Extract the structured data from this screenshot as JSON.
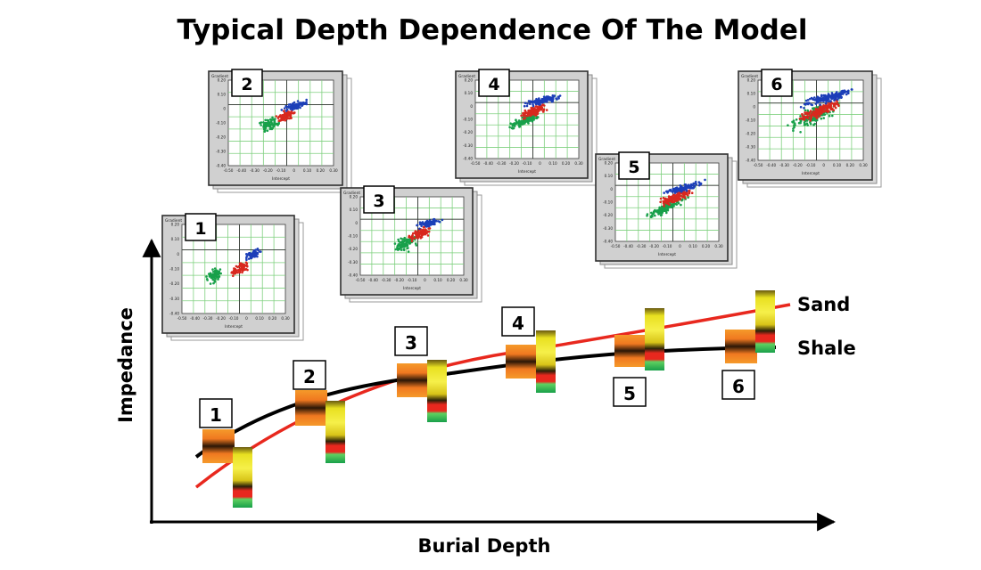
{
  "title": "Typical Depth Dependence Of The Model",
  "axes": {
    "x_label": "Burial Depth",
    "y_label": "Impedance"
  },
  "curves": [
    {
      "name": "Sand",
      "color": "#e8281e"
    },
    {
      "name": "Shale",
      "color": "#000000"
    }
  ],
  "depth_stations": [
    "1",
    "2",
    "3",
    "4",
    "5",
    "6"
  ],
  "crossplot": {
    "y_axis_label": "Gradient",
    "x_axis_label": "Intercept",
    "x_ticks": [
      "-0.50",
      "-0.40",
      "-0.30",
      "-0.20",
      "-0.10",
      "0",
      "0.10",
      "0.20",
      "0.30"
    ],
    "y_ticks": [
      "0.20",
      "0.10",
      "0",
      "-0.10",
      "-0.20",
      "-0.30",
      "-0.40"
    ],
    "cluster_colors": {
      "green": "#18a04a",
      "red": "#d8281e",
      "blue": "#1c3fb8"
    },
    "grid_color": "#7fd07f"
  },
  "panels": [
    "1",
    "2",
    "3",
    "4",
    "5",
    "6"
  ]
}
